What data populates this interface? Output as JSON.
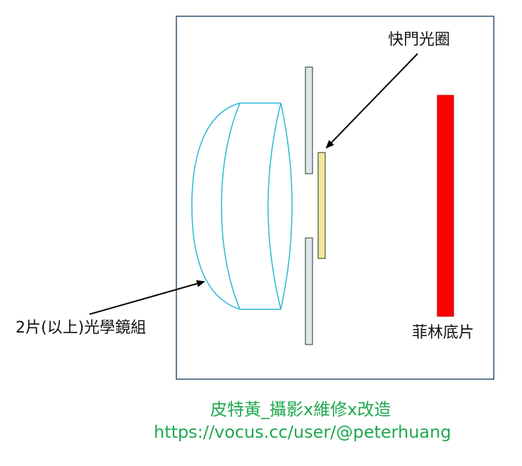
{
  "labels": {
    "shutter_aperture": "快門光圈",
    "lens_group": "2片(以上)光學鏡組",
    "film": "菲林底片"
  },
  "credit": {
    "line1": "皮特黃_攝影x維修x改造",
    "line2": "https://vocus.cc/user/@peterhuang"
  },
  "colors": {
    "frame": "#2f4f6f",
    "lens_stroke": "#29b6d6",
    "shutter_plate_fill": "#dfe6ec",
    "shutter_plate_stroke": "#3d5a3d",
    "aperture_fill": "#f5e79a",
    "aperture_stroke": "#3d5a3d",
    "film_fill": "#ff0000",
    "film_stroke": "#c00000",
    "arrow": "#000000",
    "credit_text": "#1fa84e"
  }
}
